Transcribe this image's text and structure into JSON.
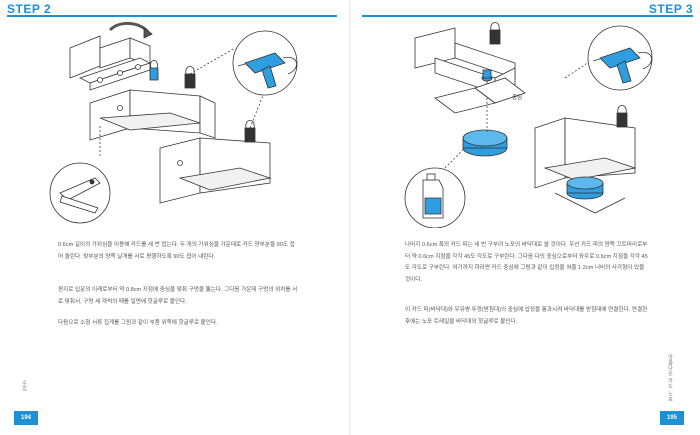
{
  "left_page": {
    "step_title": "STEP 2",
    "paragraphs": [
      "0.6cm 길이의 가위심을 이용해 카드를 세 번 접는다. 두 개의 가위심을 가운데로 카드 양부분을 90도 접어 올린다. 맞부분의 양쪽 날개를 서로 평행하도록 90도 접어 내린다.",
      "편지로 입문의 이래로부터 약 0.8cm 지점에 중심을 맞춰 구멍을 뚫는다. 그다음 가운데 구멍의 위치를 서로 맞춰서, 구멍 세 개씩의 때를 일면에 핫글루로 붙인다.",
      "다음으로 소형 서류 집게를 그림과 같이 부품 위쪽에 핫글루로 붙인다."
    ],
    "page_number": "194",
    "running_head": "수업"
  },
  "right_page": {
    "step_title": "STEP 3",
    "center_label": "중심",
    "paragraphs": [
      "나머지 0.6cm 폭의 카드 피는 네 번 구부려 노포의 바닥대로 쓸 것이다. 우선 카드 피의 양쪽 끄트머리로부터 약 0.6cm 지점을 각각 45도 각도로 구부린다. 그다음 다의 중심으로부터 좌우로 0.6cm 지점을 각각 45도 각도로 구부린다. 여기까지 하려면 카드 중심에 그림과 같이 입정을 쳐줄 1.2cm 너비의 사각형이 있을 것이다.",
      "이 카드 띠(바닥대)와 우유병 뚜껑(받침대)의 중심에 압정을 통과시켜 바닥대를 받침대에 연결한다. 연결한 후에는 노포 트레일을 바닥대의 핫글루로 붙인다."
    ],
    "page_number": "195",
    "running_head": "아름다운 카드 노포"
  },
  "colors": {
    "accent": "#1e90d6",
    "part_blue": "#2f9ee0",
    "text": "#555555"
  }
}
